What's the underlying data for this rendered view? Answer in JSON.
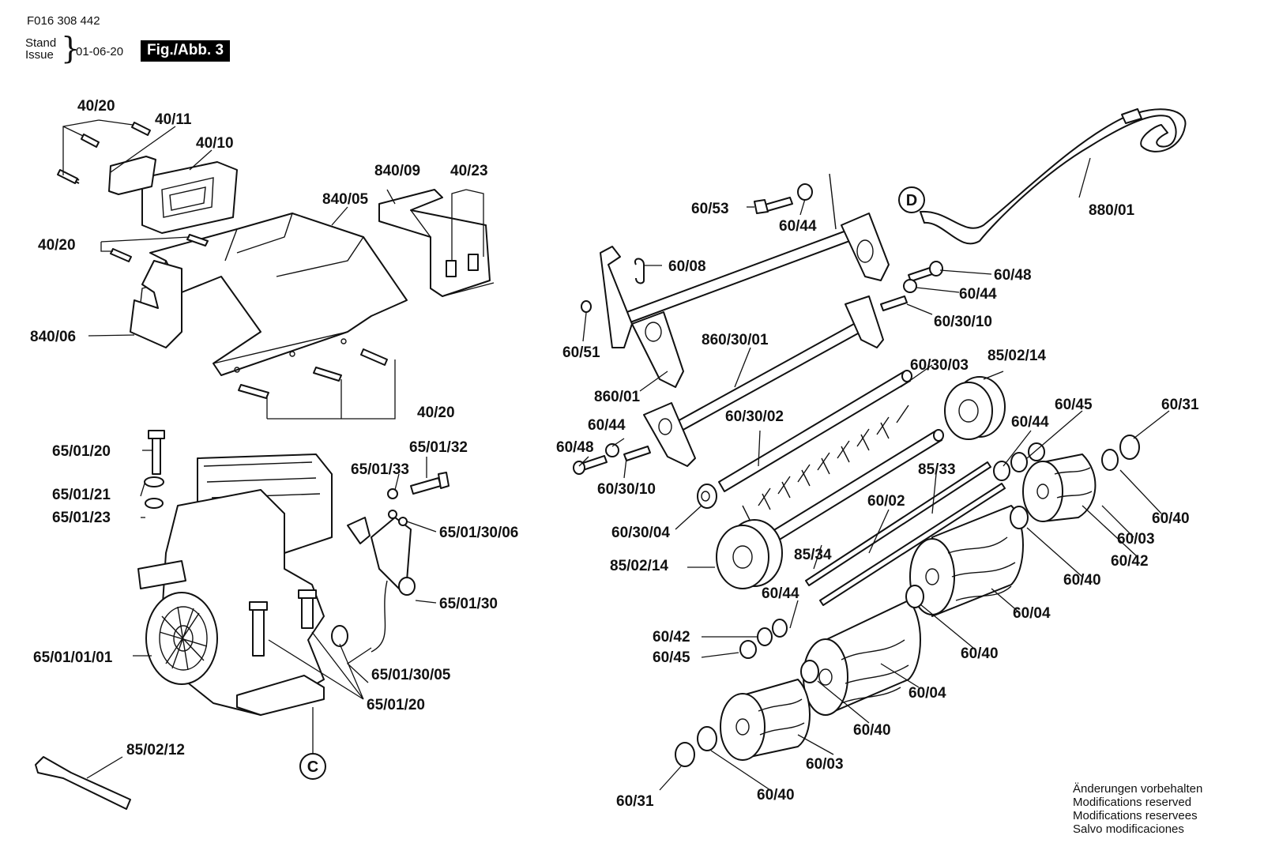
{
  "header": {
    "doc_number": "F016 308 442",
    "stand_line1": "Stand",
    "stand_line2": "Issue",
    "date": "01-06-20",
    "figure": "Fig./Abb. 3"
  },
  "notice": [
    "Änderungen vorbehalten",
    "Modifications reserved",
    "Modifications reservees",
    "Salvo modificaciones"
  ],
  "reference_marks": {
    "c": "C",
    "d": "D"
  },
  "labels": {
    "l_40_20_top": "40/20",
    "l_40_11": "40/11",
    "l_40_10": "40/10",
    "l_840_09": "840/09",
    "l_40_23": "40/23",
    "l_840_05": "840/05",
    "l_40_20_mid": "40/20",
    "l_840_06": "840/06",
    "l_40_20_bot": "40/20",
    "l_65_01_20_top": "65/01/20",
    "l_65_01_21": "65/01/21",
    "l_65_01_23": "65/01/23",
    "l_65_01_32": "65/01/32",
    "l_65_01_33": "65/01/33",
    "l_65_01_30_06": "65/01/30/06",
    "l_65_01_30": "65/01/30",
    "l_65_01_01_01": "65/01/01/01",
    "l_65_01_30_05": "65/01/30/05",
    "l_65_01_20_bot": "65/01/20",
    "l_85_02_12": "85/02/12",
    "l_60_53": "60/53",
    "l_60_44_a": "60/44",
    "l_60_08": "60/08",
    "l_880_01": "880/01",
    "l_60_48_a": "60/48",
    "l_60_44_b": "60/44",
    "l_60_30_10_a": "60/30/10",
    "l_60_51": "60/51",
    "l_860_30_01": "860/30/01",
    "l_60_30_03": "60/30/03",
    "l_85_02_14_a": "85/02/14",
    "l_860_01": "860/01",
    "l_60_30_02": "60/30/02",
    "l_60_44_c": "60/44",
    "l_60_48_b": "60/48",
    "l_60_30_10_b": "60/30/10",
    "l_60_45_a": "60/45",
    "l_60_44_d": "60/44",
    "l_60_31_a": "60/31",
    "l_85_33": "85/33",
    "l_60_02": "60/02",
    "l_60_30_04": "60/30/04",
    "l_85_34": "85/34",
    "l_85_02_14_b": "85/02/14",
    "l_60_40_a": "60/40",
    "l_60_03_a": "60/03",
    "l_60_42_a": "60/42",
    "l_60_40_b": "60/40",
    "l_60_44_e": "60/44",
    "l_60_04_a": "60/04",
    "l_60_42_b": "60/42",
    "l_60_45_b": "60/45",
    "l_60_40_c": "60/40",
    "l_60_04_b": "60/04",
    "l_60_40_d": "60/40",
    "l_60_03_b": "60/03",
    "l_60_31_b": "60/31",
    "l_60_40_e": "60/40"
  }
}
